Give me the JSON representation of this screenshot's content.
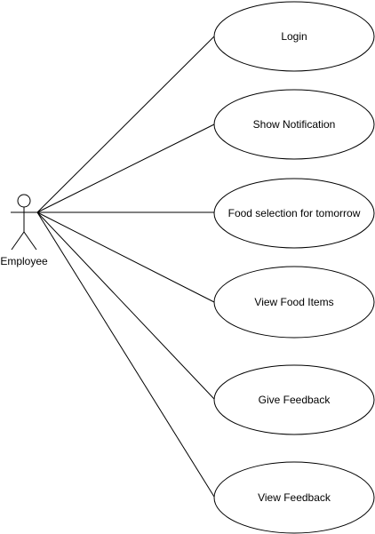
{
  "actor": {
    "name": "Employee"
  },
  "use_cases": [
    {
      "label": "Login"
    },
    {
      "label": "Show Notification"
    },
    {
      "label": "Food selection for tomorrow"
    },
    {
      "label": "View Food Items"
    },
    {
      "label": "Give Feedback"
    },
    {
      "label": "View Feedback"
    }
  ],
  "colors": {
    "stroke": "#000000",
    "fill": "#ffffff"
  }
}
